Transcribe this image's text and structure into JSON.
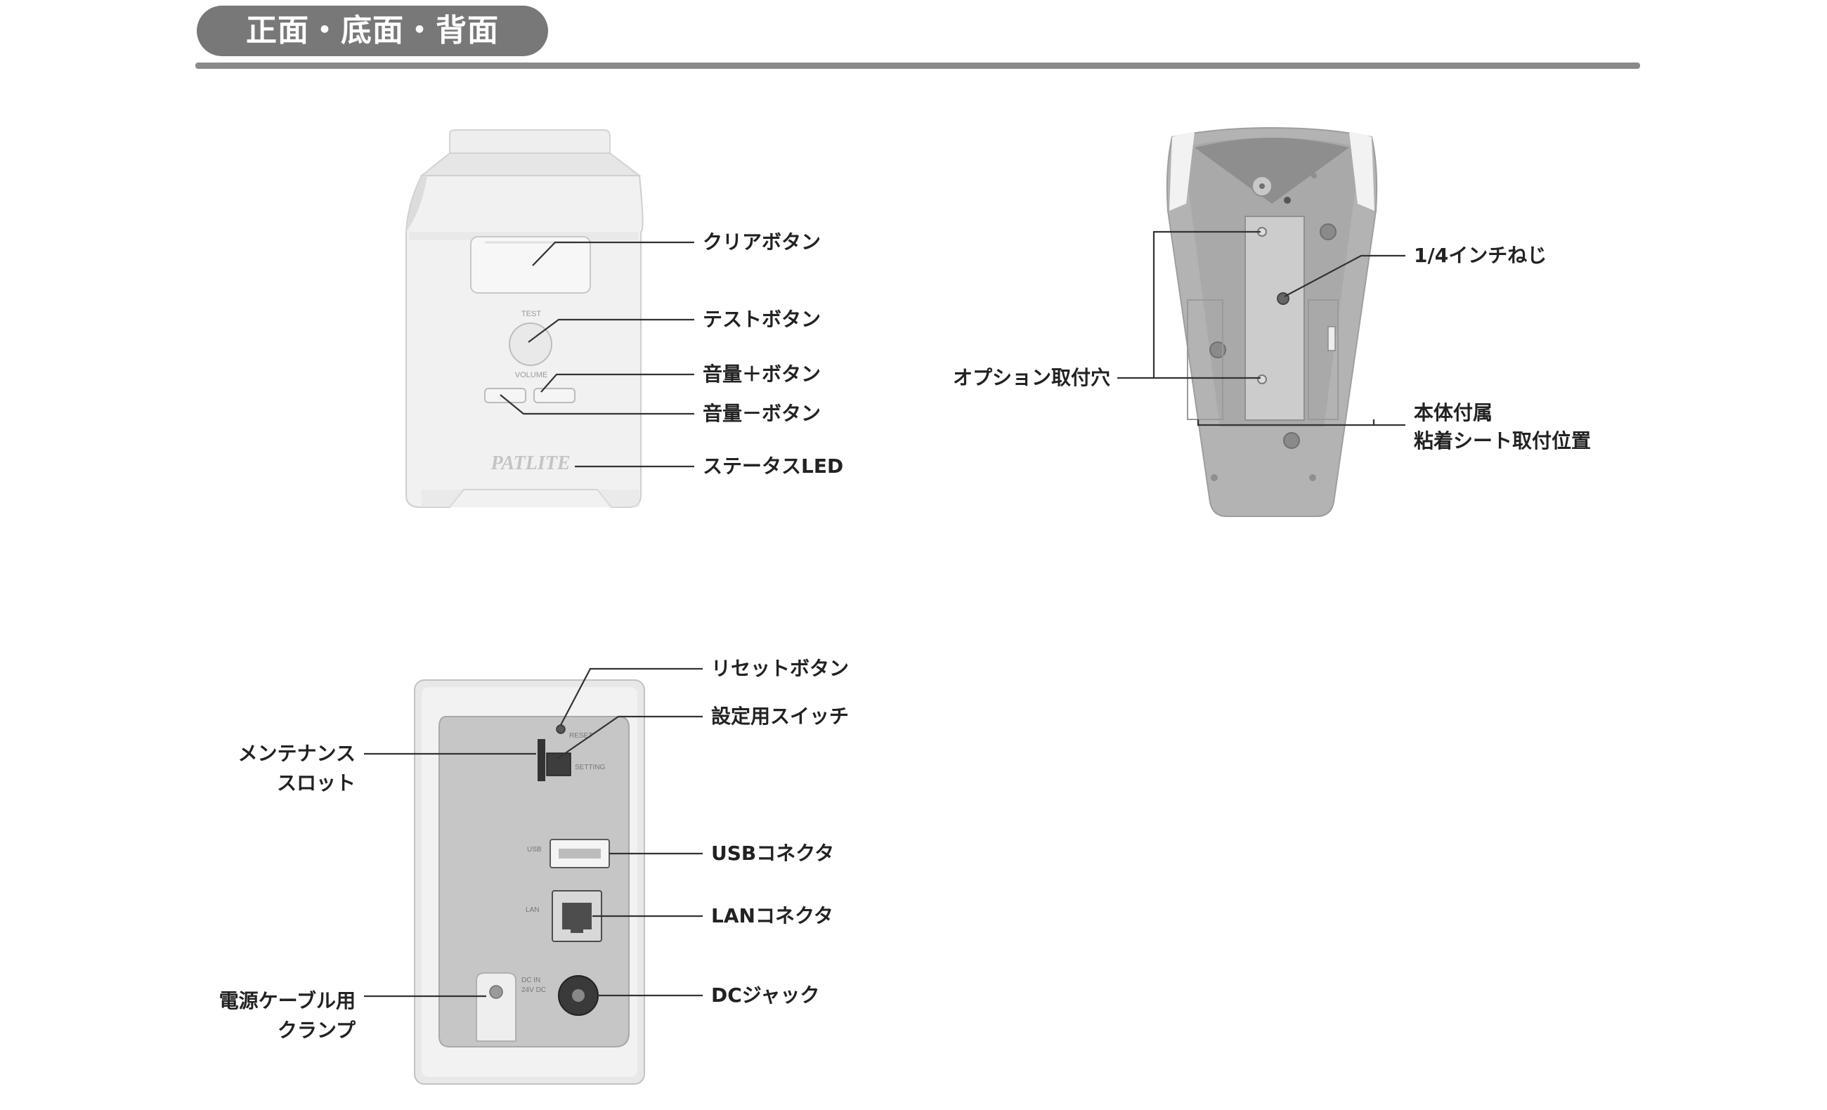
{
  "header": {
    "title": "正面・底面・背面"
  },
  "front": {
    "device_texts": {
      "test": "TEST",
      "volume": "VOLUME",
      "brand": "PATLITE"
    },
    "labels": {
      "clear": "クリアボタン",
      "test": "テストボタン",
      "vol_up": "音量＋ボタン",
      "vol_down": "音量－ボタン",
      "status_led": "ステータスLED"
    }
  },
  "bottom": {
    "labels": {
      "quarter_inch_screw": "1/4インチねじ",
      "option_holes": "オプション取付穴",
      "sticker_line1": "本体付属",
      "sticker_line2": "粘着シート取付位置"
    }
  },
  "back": {
    "device_texts": {
      "reset": "RESET",
      "setting": "SETTING",
      "usb": "USB",
      "lan": "LAN",
      "dc_line1": "DC IN",
      "dc_line2": "24V DC"
    },
    "labels": {
      "reset_button": "リセットボタン",
      "setting_switch": "設定用スイッチ",
      "maint_line1": "メンテナンス",
      "maint_line2": "スロット",
      "usb": "USBコネクタ",
      "lan": "LANコネクタ",
      "dc": "DCジャック",
      "clamp_line1": "電源ケーブル用",
      "clamp_line2": "クランプ"
    }
  }
}
